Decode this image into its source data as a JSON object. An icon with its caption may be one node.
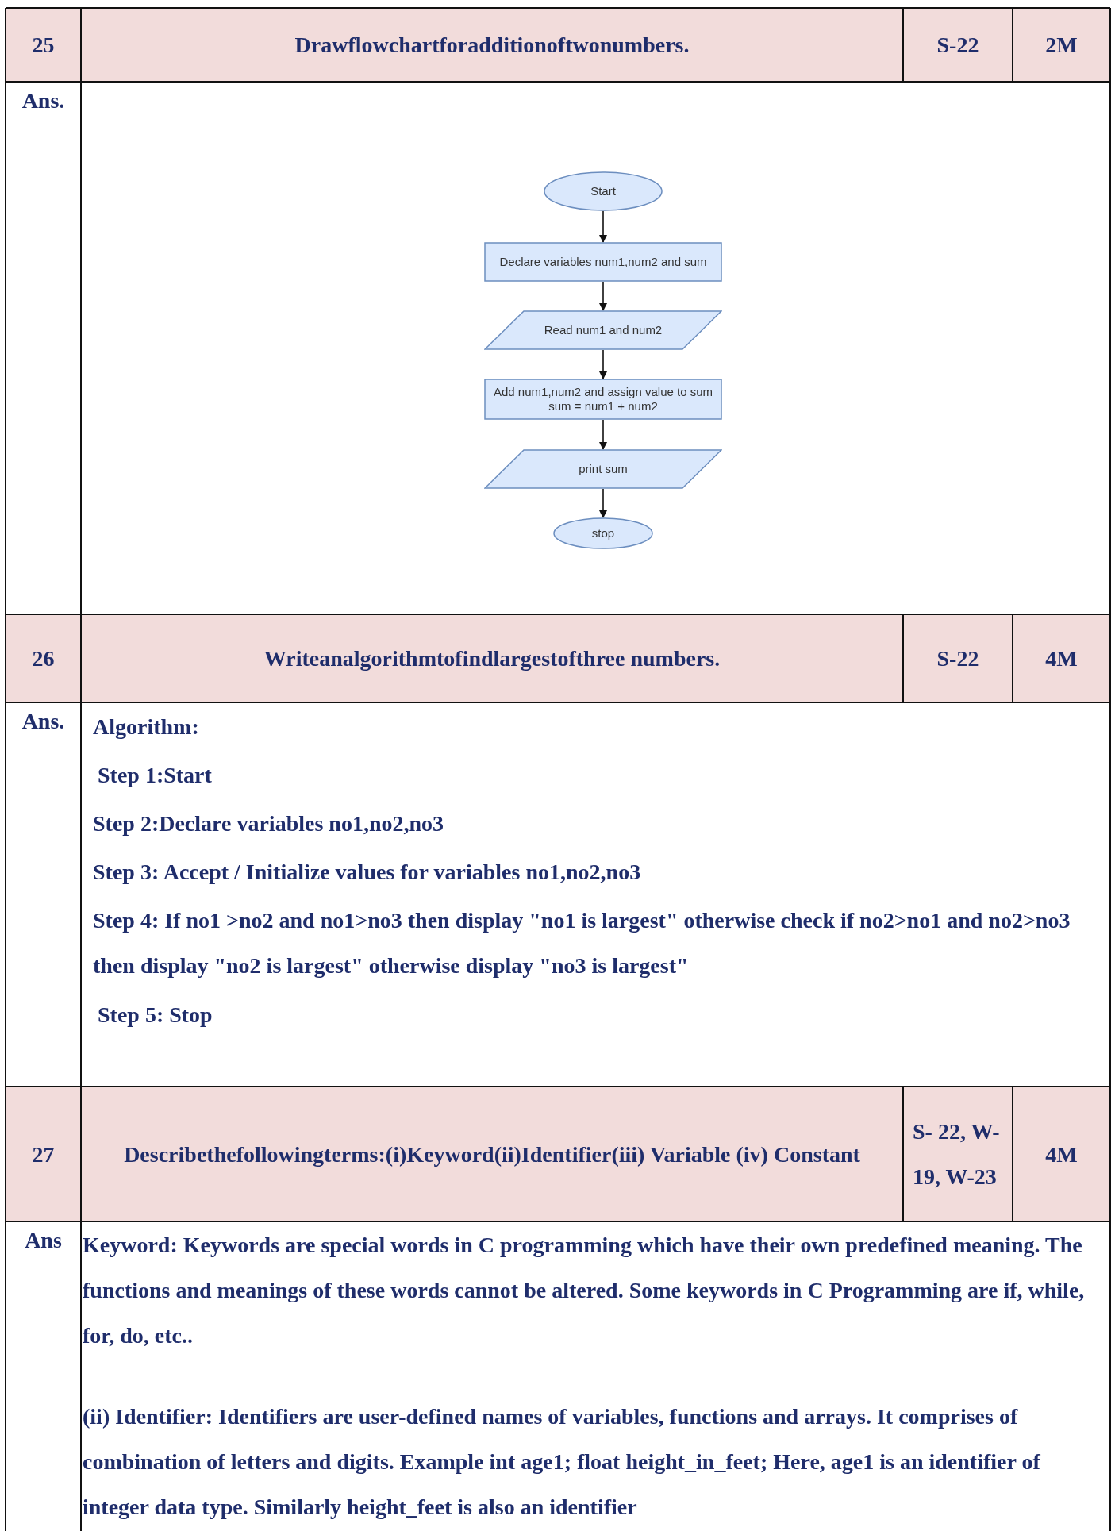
{
  "diagram": {
    "nodes": [
      {
        "text": [
          "Start"
        ]
      },
      {
        "text": [
          "Declare variables num1,num2 and sum"
        ]
      },
      {
        "text": [
          "Read num1 and num2"
        ]
      },
      {
        "text": [
          "Add num1,num2 and assign value to sum",
          "sum = num1 + num2"
        ]
      },
      {
        "text": [
          "print sum"
        ]
      },
      {
        "text": [
          "stop"
        ]
      }
    ],
    "edges": [
      {
        "from": 0,
        "to": 1,
        "arrow": "to"
      },
      {
        "from": 1,
        "to": 2,
        "arrow": "to"
      },
      {
        "from": 2,
        "to": 3,
        "arrow": "to"
      },
      {
        "from": 3,
        "to": 4,
        "arrow": "to"
      },
      {
        "from": 4,
        "to": 5,
        "arrow": "to"
      }
    ],
    "labels": [
      "25",
      "Drawflowchartforadditionoftwonumbers.",
      "S-22",
      "2M",
      "Ans.",
      "26",
      "Writeanalgorithmtofindlargestofthree numbers.",
      "S-22",
      "4M",
      "Ans.",
      "Algorithm:",
      "Step 1:Start",
      "Step 2:Declare variables no1,no2,no3",
      "Step 3: Accept / Initialize values for variables no1,no2,no3",
      "Step 4: If no1 >no2 and no1>no3 then display \"no1 is largest\" otherwise check if no2>no1 and no2>no3 then display \"no2 is largest\" otherwise display \"no3 is largest\"",
      "Step 5: Stop",
      "27",
      "Describethefollowingterms:(i)Keyword(ii)Identifier(iii) Variable (iv) Constant",
      "S- 22, W-19, W-23",
      "4M",
      "Ans",
      "Keyword: Keywords are special words in C programming which have their own predefined meaning. The functions and meanings of these words cannot be altered. Some keywords in C Programming are if, while, for, do, etc..",
      "(ii) Identifier: Identifiers are user-defined names of variables, functions and arrays. It comprises of combination of letters and digits. Example int age1; float height_in_feet; Here, age1 is an identifier of integer data type. Similarly height_feet is also an identifier"
    ]
  }
}
